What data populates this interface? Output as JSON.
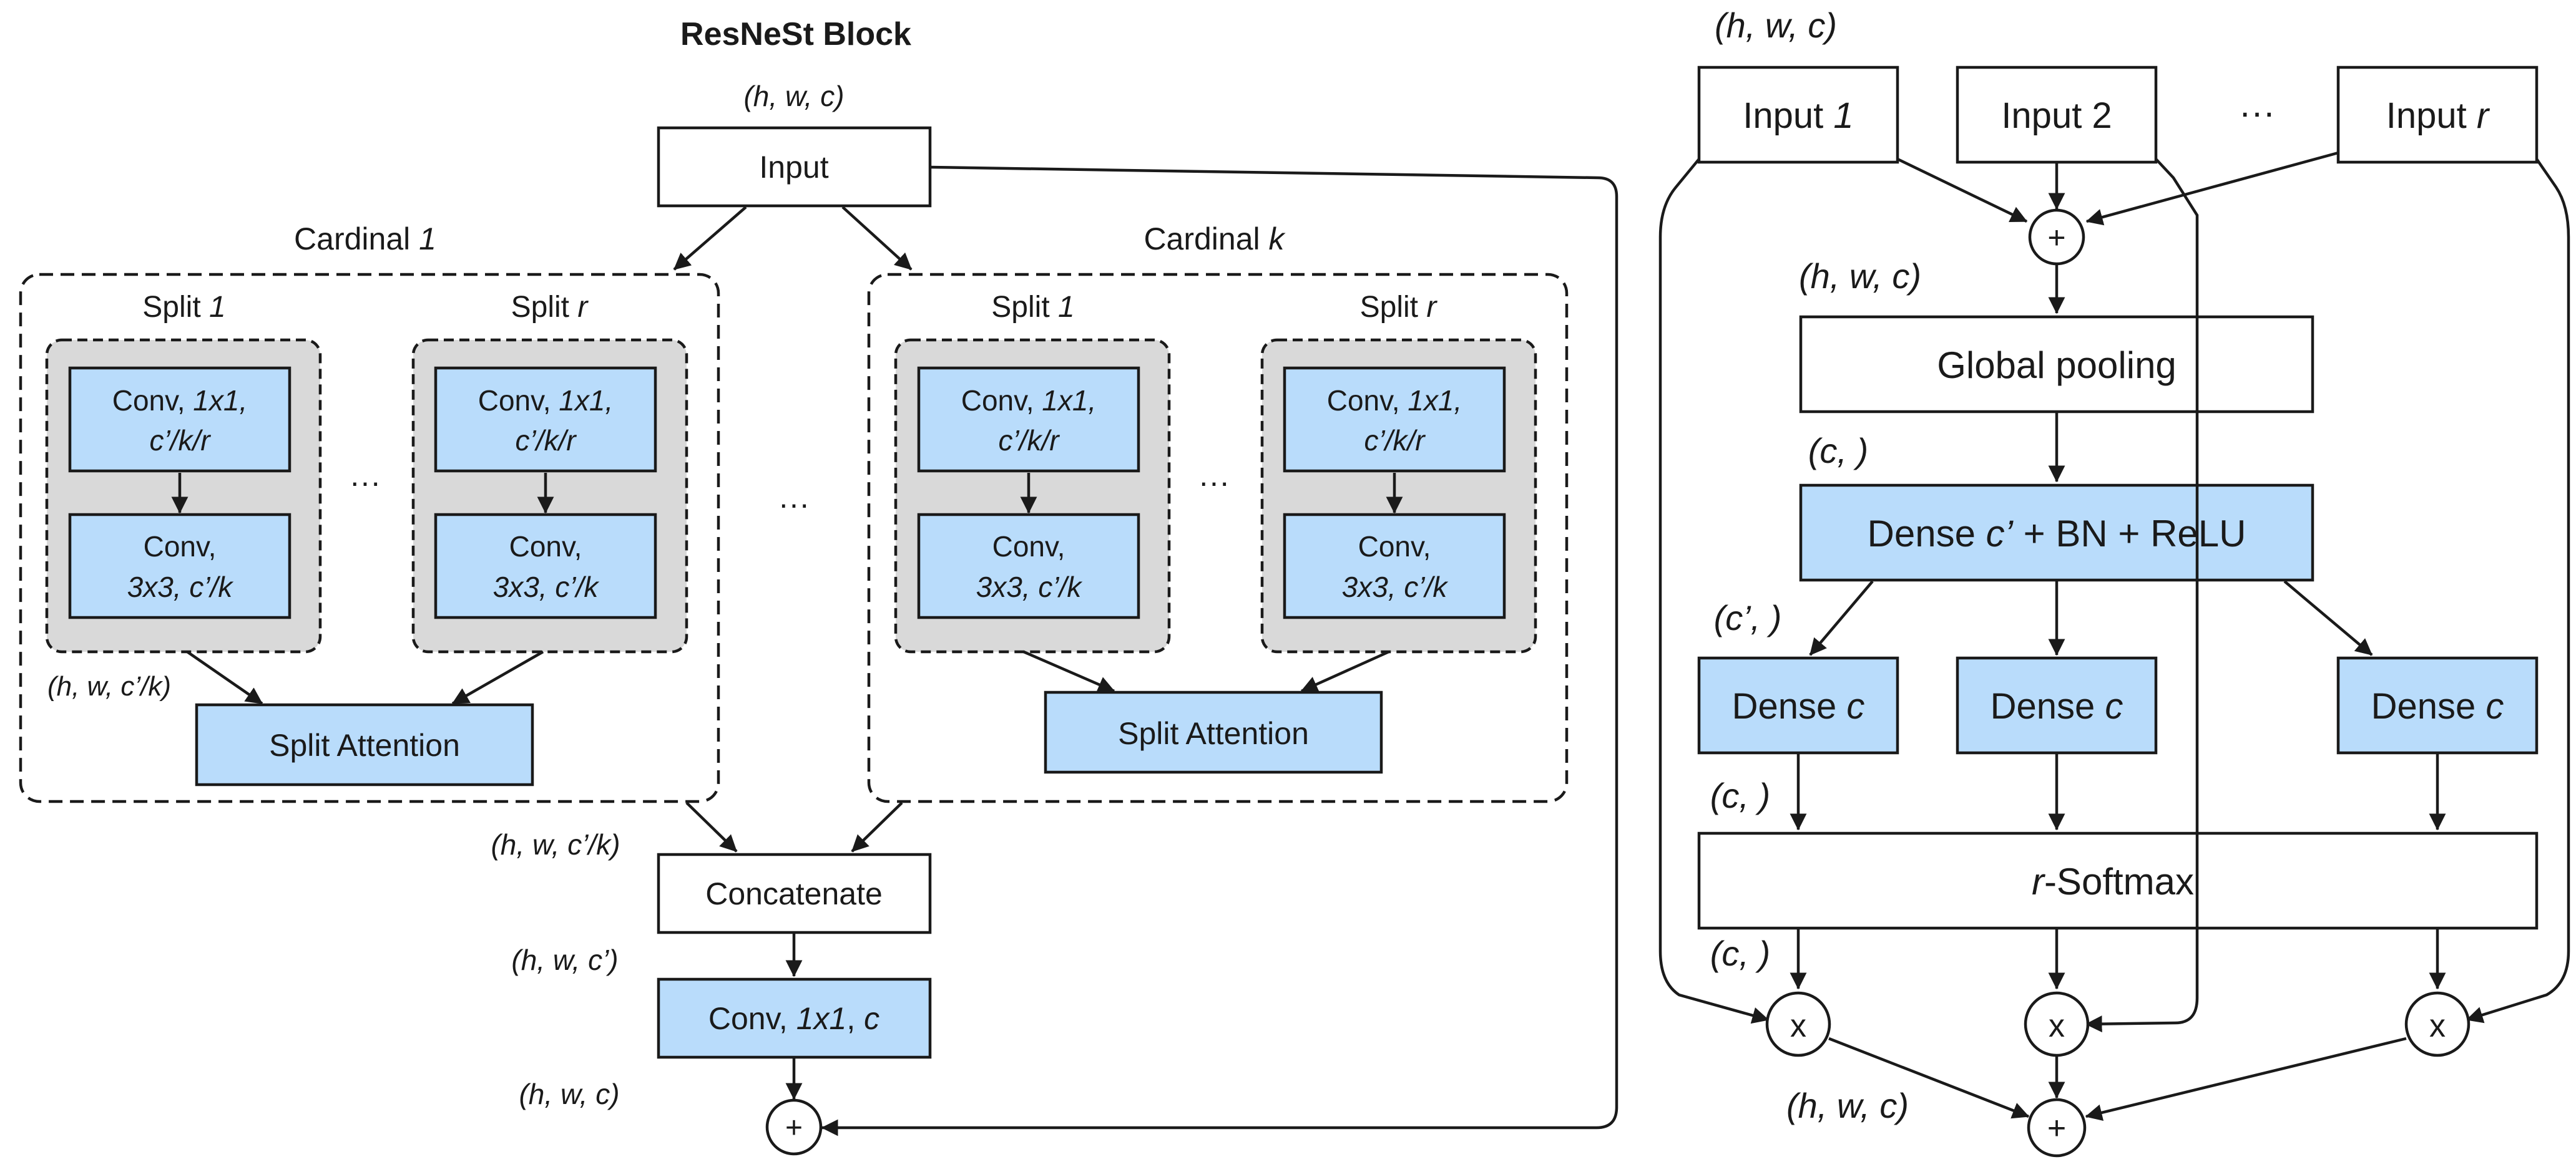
{
  "left": {
    "title": "ResNeSt Block",
    "input_shape": "(h, w, c)",
    "input": "Input",
    "cardinal_1": {
      "prefix": "Cardinal ",
      "index": "1"
    },
    "cardinal_k": {
      "prefix": "Cardinal ",
      "index": "k"
    },
    "split_1": {
      "prefix": "Split ",
      "index": "1"
    },
    "split_r": {
      "prefix": "Split ",
      "index": "r"
    },
    "conv1": {
      "prefix": "Conv, ",
      "kernel": "1x1,",
      "channels": "c’/k/r"
    },
    "conv3": {
      "line1": "Conv,",
      "line2": "3x3, c’/k"
    },
    "ellipsis": "···",
    "split_shape": "(h, w, c’/k)",
    "split_attention": "Split Attention",
    "concat_shape": "(h, w, c’/k)",
    "concatenate": "Concatenate",
    "conv_shape": "(h, w, c’)",
    "conv_out": {
      "prefix": "Conv, ",
      "kernel": "1x1",
      "sep": ", ",
      "channels": "c"
    },
    "out_shape": "(h, w, c)",
    "plus": "+"
  },
  "right": {
    "input_shape": "(h, w, c)",
    "input_1": {
      "prefix": "Input ",
      "index": "1"
    },
    "input_2": "Input 2",
    "ellipsis": "···",
    "input_r": {
      "prefix": "Input ",
      "index": "r"
    },
    "sum_symbol": "+",
    "pool_shape": "(h, w, c)",
    "global_pooling": "Global pooling",
    "dense_in_shape": "(c, )",
    "dense_bn": {
      "prefix": "Dense ",
      "var": "c’",
      "suffix": " + BN + ReLU"
    },
    "dense_out_shape": "(c’, )",
    "dense_c": {
      "prefix": "Dense ",
      "var": "c"
    },
    "softmax_in_shape": "(c, )",
    "softmax": {
      "var": "r",
      "suffix": "-Softmax"
    },
    "softmax_out_shape": "(c, )",
    "mul_symbol": "x",
    "out_shape": "(h, w, c)",
    "out_symbol": "+"
  },
  "colors": {
    "blue_box": "#b9dcfb",
    "gray_box": "#d9d9d9",
    "stroke": "#1a1a1a"
  }
}
